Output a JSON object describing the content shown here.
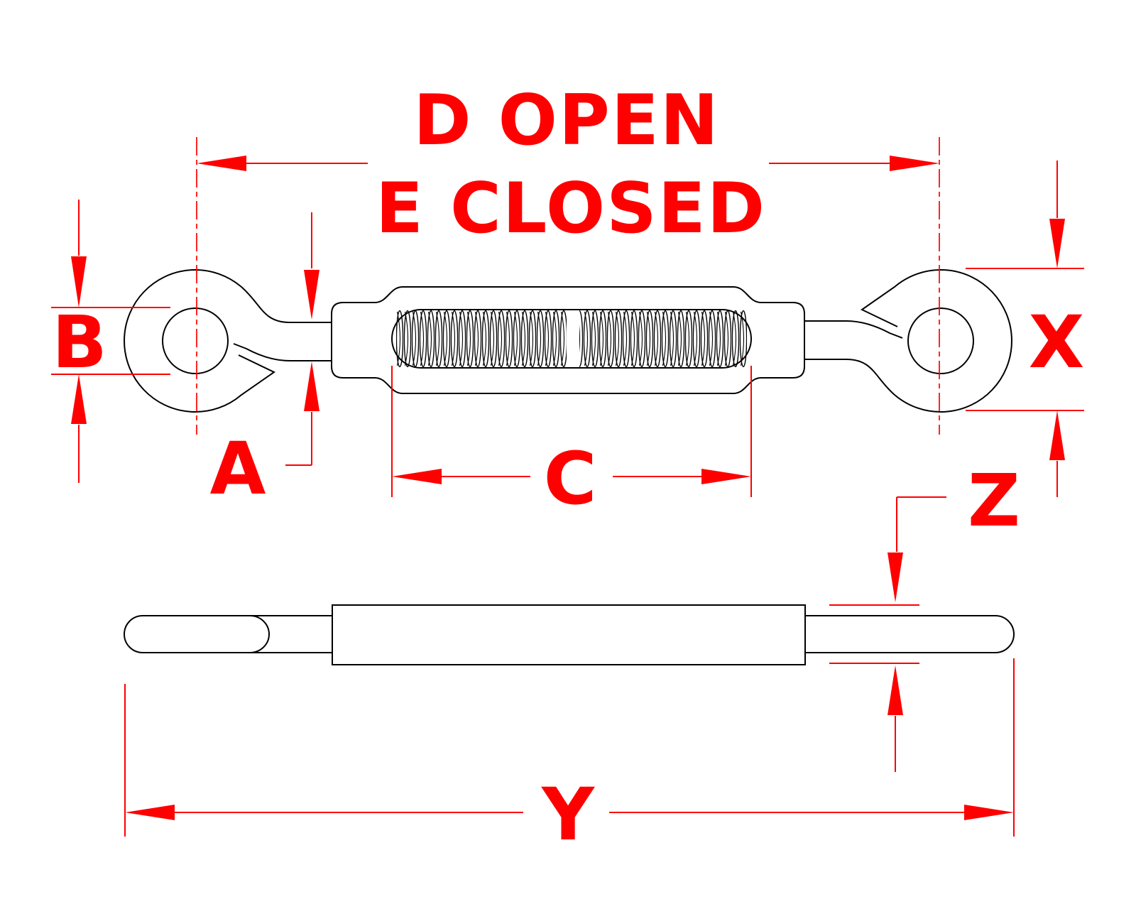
{
  "drawing": {
    "title_top": "D OPEN",
    "title_bottom": "E CLOSED",
    "dimension_labels": {
      "a": "A",
      "b": "B",
      "c": "C",
      "x": "X",
      "y": "Y",
      "z": "Z"
    },
    "colors": {
      "dimension": "#ff0000",
      "outline": "#000000",
      "background": "#ffffff"
    }
  }
}
